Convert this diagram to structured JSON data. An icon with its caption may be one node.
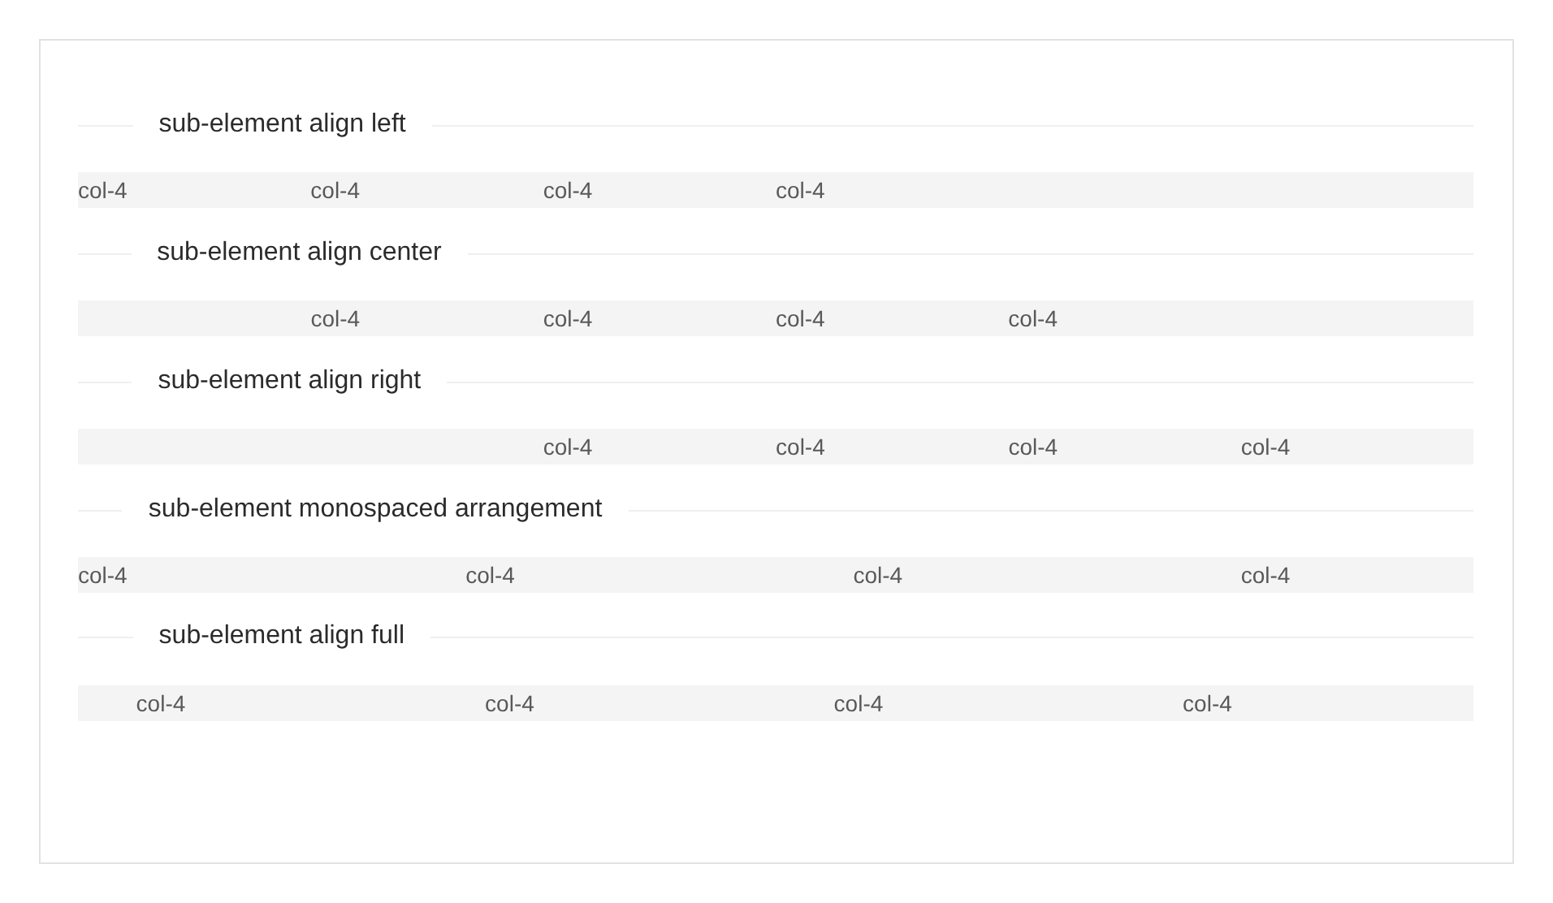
{
  "diagram": {
    "nodes": [
      {
        "text": [
          "col-4",
          "col-4",
          "col-4",
          "col-4"
        ]
      },
      {
        "text": [
          "col-4",
          "col-4",
          "col-4",
          "col-4"
        ]
      },
      {
        "text": [
          "col-4",
          "col-4",
          "col-4",
          "col-4"
        ]
      },
      {
        "text": [
          "col-4",
          "col-4",
          "col-4",
          "col-4"
        ]
      },
      {
        "text": [
          "col-4",
          "col-4",
          "col-4",
          "col-4"
        ]
      }
    ],
    "labels": [
      "sub-element align left",
      "sub-element align center",
      "sub-element align right",
      "sub-element monospaced arrangement",
      "sub-element align full"
    ]
  }
}
